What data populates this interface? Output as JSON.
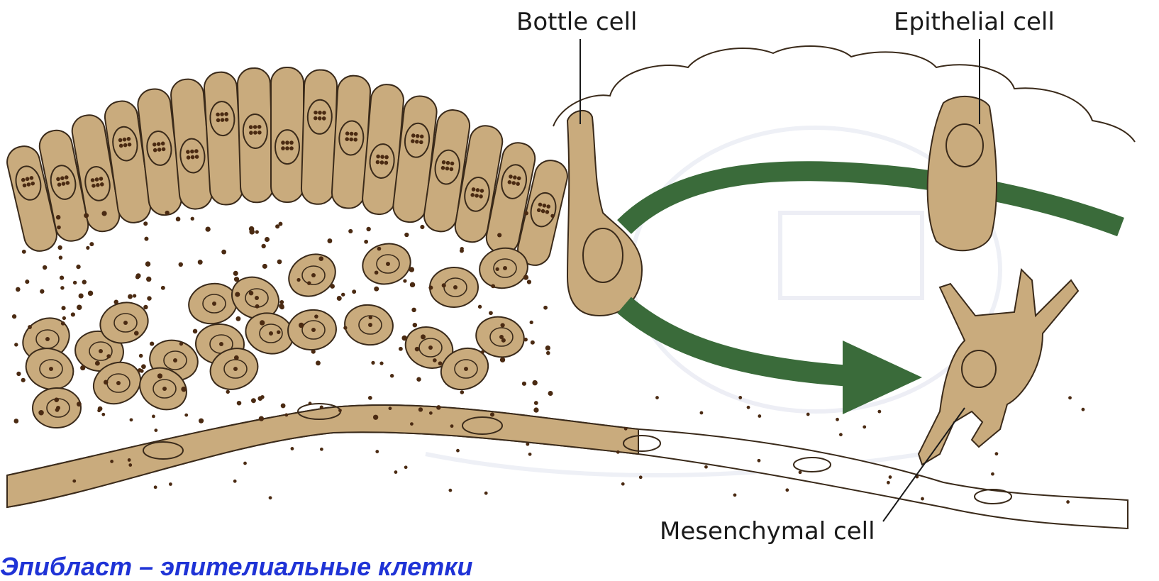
{
  "labels": {
    "bottle_cell": "Bottle cell",
    "epithelial_cell": "Epithelial cell",
    "mesenchymal_cell": "Mesenchymal cell"
  },
  "caption": "Эпибласт – эпителиальные клетки",
  "colors": {
    "cell_fill": "#c9ab7d",
    "cell_outline": "#3a2a1a",
    "granule": "#4a2a12",
    "arrow": "#3a6b3a",
    "caption": "#1f33d6"
  }
}
